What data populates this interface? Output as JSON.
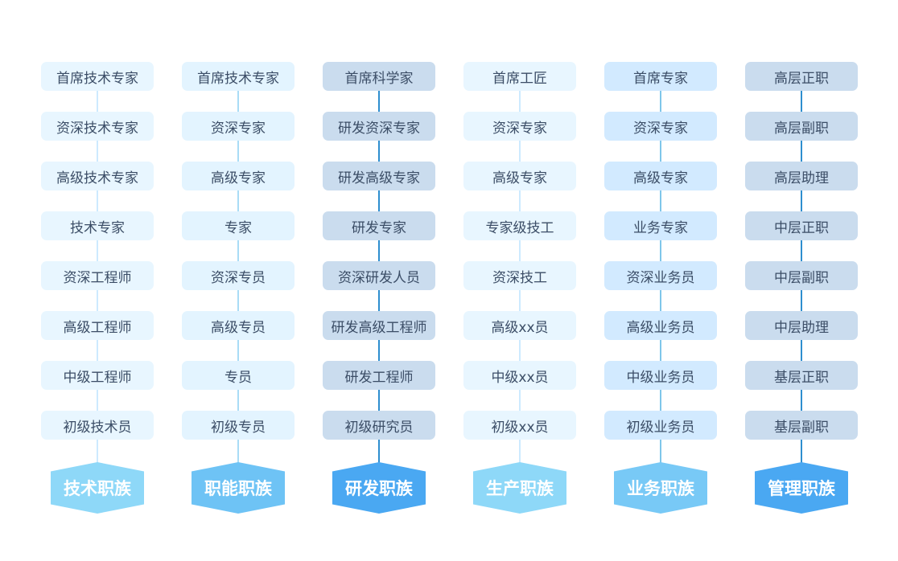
{
  "columns": [
    {
      "family": "技术职族",
      "levels": [
        "首席技术专家",
        "资深技术专家",
        "高级技术专家",
        "技术专家",
        "资深工程师",
        "高级工程师",
        "中级工程师",
        "初级技术员"
      ],
      "box_bg": "#e8f6ff",
      "text_color": "#3b4d66",
      "line_color": "#cdeaff",
      "badge_color": "#8ed8f8"
    },
    {
      "family": "职能职族",
      "levels": [
        "首席技术专家",
        "资深专家",
        "高级专家",
        "专家",
        "资深专员",
        "高级专员",
        "专员",
        "初级专员"
      ],
      "box_bg": "#e3f4ff",
      "text_color": "#3b4d66",
      "line_color": "#a9dcf6",
      "badge_color": "#6ec3f5"
    },
    {
      "family": "研发职族",
      "levels": [
        "首席科学家",
        "研发资深专家",
        "研发高级专家",
        "研发专家",
        "资深研发人员",
        "研发高级工程师",
        "研发工程师",
        "初级研究员"
      ],
      "box_bg": "#cadcee",
      "text_color": "#3b4d66",
      "line_color": "#2e8ecf",
      "badge_color": "#4aa8f2"
    },
    {
      "family": "生产职族",
      "levels": [
        "首席工匠",
        "资深专家",
        "高级专家",
        "专家级技工",
        "资深技工",
        "高级xx员",
        "中级xx员",
        "初级xx员"
      ],
      "box_bg": "#e8f6ff",
      "text_color": "#3b4d66",
      "line_color": "#cdeaff",
      "badge_color": "#8ed8f8"
    },
    {
      "family": "业务职族",
      "levels": [
        "首席专家",
        "资深专家",
        "高级专家",
        "业务专家",
        "资深业务员",
        "高级业务员",
        "中级业务员",
        "初级业务员"
      ],
      "box_bg": "#d2eaff",
      "text_color": "#3b4d66",
      "line_color": "#7fc6ea",
      "badge_color": "#78c9f6"
    },
    {
      "family": "管理职族",
      "levels": [
        "高层正职",
        "高层副职",
        "高层助理",
        "中层正职",
        "中层副职",
        "中层助理",
        "基层正职",
        "基层副职"
      ],
      "box_bg": "#cadcee",
      "text_color": "#3b4d66",
      "line_color": "#2e8ecf",
      "badge_color": "#4aa8f2"
    }
  ]
}
